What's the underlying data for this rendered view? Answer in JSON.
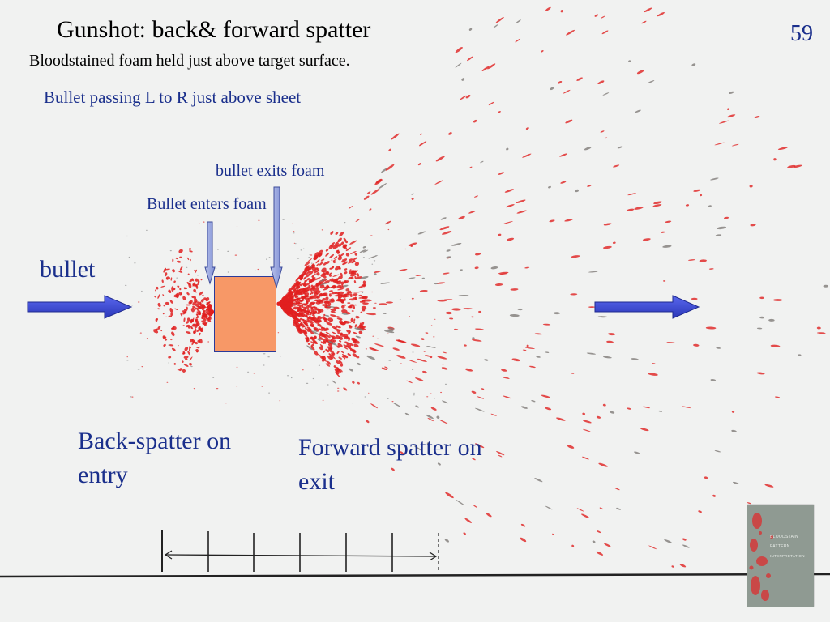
{
  "slide": {
    "title": "Gunshot: back& forward spatter",
    "number": "59",
    "subtitle": "Bloodstained foam held just above target surface.",
    "note": "Bullet passing L to R just above sheet"
  },
  "labels": {
    "bullet_exits": "bullet exits foam",
    "bullet_enters": "Bullet enters foam",
    "bullet": "bullet",
    "back_spatter": "Back-spatter on entry",
    "forward_spatter": "Forward spatter on exit"
  },
  "book_cover": {
    "lines": [
      "BLOODSTAIN",
      "PATTERN",
      "INTERPRETATION"
    ]
  },
  "colors": {
    "label_blue": "#1a2f8c",
    "arrow_blue": "#3b49d9",
    "foam_orange": "#f79867",
    "blood_red": "#e02020"
  },
  "icons": {
    "bullet_arrow": "right-arrow-icon",
    "pointer_arrow": "down-arrow-icon"
  }
}
